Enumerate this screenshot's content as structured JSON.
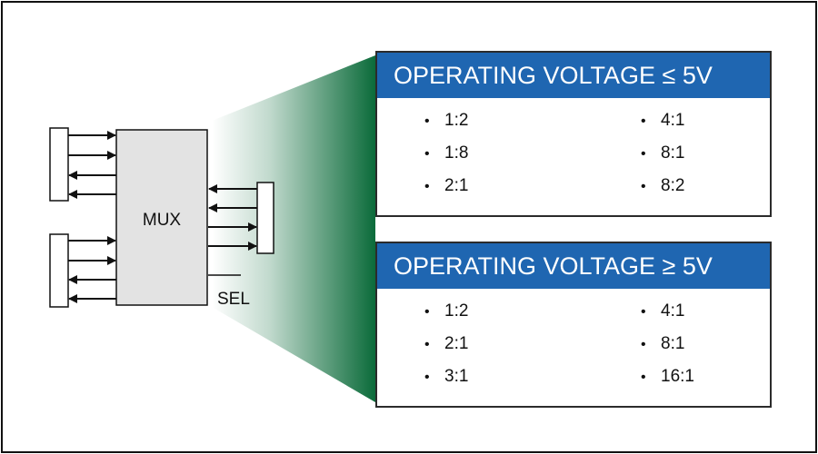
{
  "diagram": {
    "mux_label": "MUX",
    "sel_label": "SEL",
    "gradient_color": "#0b6b3a"
  },
  "panels": [
    {
      "title": "OPERATING VOLTAGE ≤ 5V",
      "header_color": "#1f66b1",
      "items": [
        "1:2",
        "1:8",
        "2:1",
        "4:1",
        "8:1",
        "8:2"
      ]
    },
    {
      "title": "OPERATING VOLTAGE ≥ 5V",
      "header_color": "#1f66b1",
      "items": [
        "1:2",
        "2:1",
        "3:1",
        "4:1",
        "8:1",
        "16:1"
      ]
    }
  ]
}
